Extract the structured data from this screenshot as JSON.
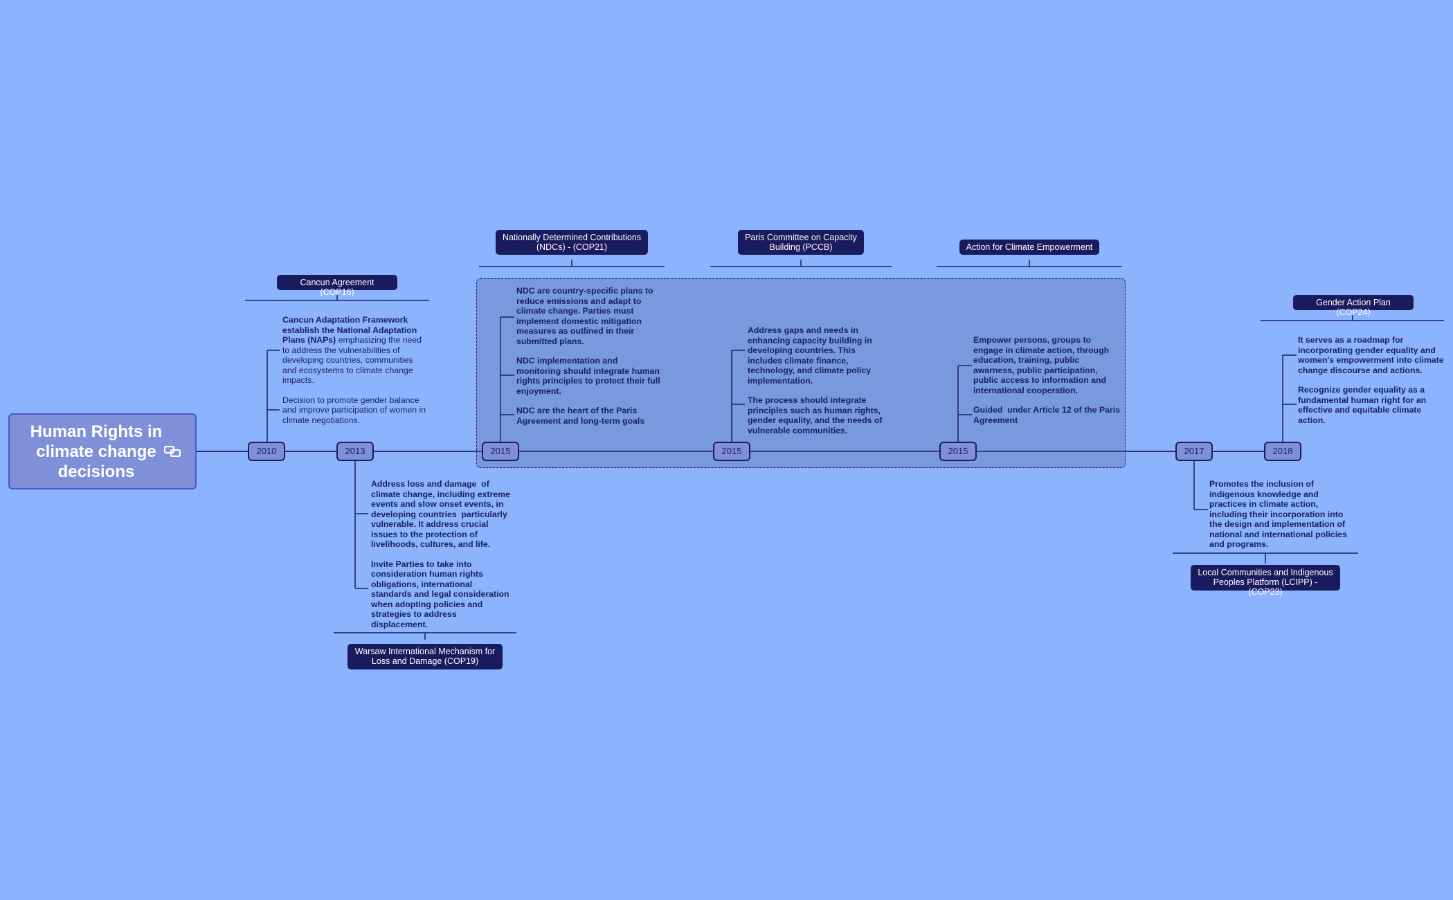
{
  "root": {
    "title": "Human Rights in climate change decisions",
    "icon": "link-icon"
  },
  "colors": {
    "background": "#8cb3fe",
    "root_fill": "#7f8fd8",
    "label_fill": "#1a1a5e",
    "line": "#1a1f5c",
    "group_fill": "#7898e0"
  },
  "events": [
    {
      "year": "2010",
      "label": "Cancun Agreement (COP16)",
      "notes": [
        {
          "parts": [
            {
              "text": "Cancun Adaptation Framework establish the ",
              "bold": true
            },
            {
              "text": "National Adaptation Plans (NAPs)",
              "bold": true
            },
            {
              "text": " emphasizing the need to address the vulnerabilities of developing countries, communities and ecosystems to climate change impacts.",
              "bold": false
            }
          ]
        },
        {
          "parts": [
            {
              "text": "Decision to promote gender balance and improve participation of women in climate negotiations.",
              "bold": false
            }
          ]
        }
      ]
    },
    {
      "year": "2013",
      "label": "Warsaw International Mechanism for Loss and Damage (COP19)",
      "notes": [
        {
          "text": "Address loss and damage  of climate change, including extreme events and slow onset events, in developing countries  particularly vulnerable. It address crucial issues to the protection of livelihoods, cultures, and life."
        },
        {
          "text": "Invite Parties to take into consideration human rights obligations, international standards and legal consideration  when adopting policies and strategies to address displacement."
        }
      ]
    },
    {
      "year": "2015",
      "label": "Nationally Determined Contributions (NDCs) - (COP21)",
      "notes": [
        {
          "text": "NDC are country-specific plans to reduce emissions and adapt to climate change. Parties must implement domestic mitigation measures as outlined in their submitted plans."
        },
        {
          "text": "NDC implementation and monitoring should integrate human rights principles to protect their full enjoyment."
        },
        {
          "text": "NDC are the heart of the Paris Agreement and long-term goals"
        }
      ]
    },
    {
      "year": "2015",
      "label": "Paris Committee on Capacity Building (PCCB)",
      "notes": [
        {
          "text": "Address gaps and needs in enhancing capacity building in developing countries. This includes climate finance, technology, and climate policy implementation."
        },
        {
          "text": "The process should integrate principles such as human rights, gender equality, and the needs of vulnerable communities."
        }
      ]
    },
    {
      "year": "2015",
      "label": "Action for Climate Empowerment",
      "notes": [
        {
          "text": "Empower persons, groups to engage in climate action, through education, training, public awarness, public participation, public access to information and international cooperation."
        },
        {
          "text": "Guided  under Article 12 of the Paris Agreement"
        }
      ]
    },
    {
      "year": "2017",
      "label": "Local Communities and Indigenous Peoples Platform (LCIPP) - (COP23)",
      "notes": [
        {
          "text": "Promotes the inclusion of indigenous knowledge and practices in climate action, including their incorporation into the design and implementation of national and international policies and programs."
        }
      ]
    },
    {
      "year": "2018",
      "label": "Gender Action Plan (COP24)",
      "notes": [
        {
          "text": "It serves as a roadmap for incorporating gender equality and women's empowerment into climate change discourse and actions."
        },
        {
          "text": "Recognize gender equality as a fundamental human right for an effective and equitable climate action."
        }
      ]
    }
  ]
}
